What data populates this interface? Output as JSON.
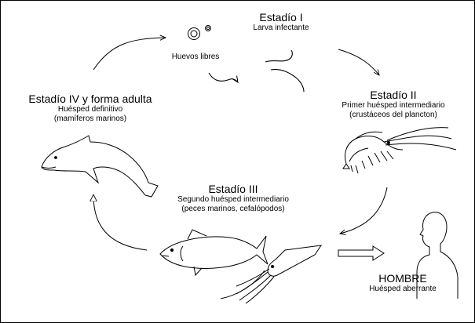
{
  "stages": {
    "stage1": {
      "title": "Estadío I",
      "subtitle": "Larva infectante"
    },
    "eggs": {
      "label": "Huevos libres"
    },
    "stage2": {
      "title": "Estadío II",
      "line1": "Primer huésped intermediario",
      "line2": "(crustáceos del plancton)"
    },
    "stage3": {
      "title": "Estadío III",
      "line1": "Segundo huésped intermediario",
      "line2": "(peces marinos, cefalópodos)"
    },
    "stage4": {
      "title": "Estadío IV y forma adulta",
      "line1": "Huésped definitivo",
      "line2": "(mamíferos marinos)"
    },
    "human": {
      "title": "HOMBRE",
      "subtitle": "Huésped aberrante"
    }
  },
  "icons": [
    "egg-icon",
    "larva-icon",
    "shrimp-icon",
    "fish-icon",
    "squid-icon",
    "dolphin-icon",
    "human-silhouette-icon",
    "arrow-icon"
  ],
  "colors": {
    "line": "#000000",
    "background": "#ffffff"
  }
}
